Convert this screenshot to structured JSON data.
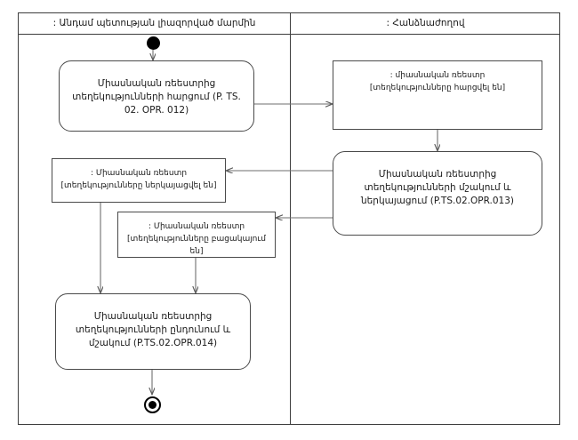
{
  "diagram": {
    "type": "uml-activity-diagram",
    "lanes": [
      {
        "id": "lane-member-state",
        "title": ": Անդամ պետության լիազորված մարմին"
      },
      {
        "id": "lane-commission",
        "title": ": Հանձնաժողով"
      }
    ],
    "nodes": {
      "start": {
        "kind": "initial-node",
        "label": ""
      },
      "activity_request": {
        "kind": "activity",
        "line1": "Միասնական ռեեստրից",
        "line2": "տեղեկությունների հարցում (P. TS.",
        "line3": "02. OPR. 012)"
      },
      "object_requested": {
        "kind": "object-node",
        "line1": ": միասնական ռեեստր",
        "line2": "[տեղեկությունները հարցվել են]"
      },
      "activity_process": {
        "kind": "activity",
        "line1": "Միասնական ռեեստրից",
        "line2": "տեղեկությունների մշակում և",
        "line3": "ներկայացում (P.TS.02.OPR.013)"
      },
      "object_presented": {
        "kind": "object-node",
        "line1": ": Միասնական ռեեստր",
        "line2": "[տեղեկությունները ներկայացվել են]"
      },
      "object_absent": {
        "kind": "object-node",
        "line1": ": Միասնական ռեեստր",
        "line2": "[տեղեկությունները բացակայում են]"
      },
      "activity_receive": {
        "kind": "activity",
        "line1": "Միասնական ռեեստրից",
        "line2": "տեղեկությունների ընդունում և",
        "line3": "մշակում (P.TS.02.OPR.014)"
      },
      "final": {
        "kind": "final-node",
        "label": ""
      }
    },
    "colors": {
      "stroke": "#3d3d3d",
      "node_stroke": "#4a4a4a",
      "edge": "#6e6e6e",
      "fill": "#ffffff",
      "control_node": "#000000"
    }
  }
}
